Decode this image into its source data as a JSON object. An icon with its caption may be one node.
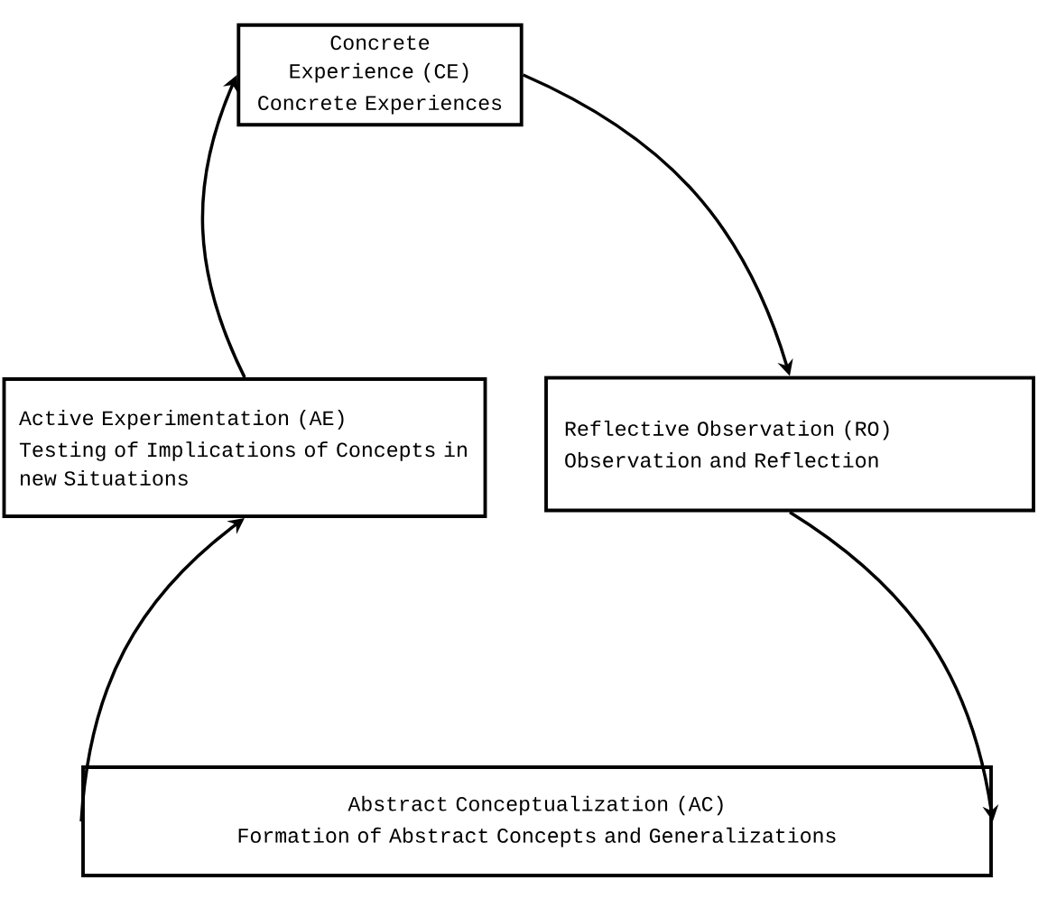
{
  "diagram": {
    "nodes": [
      {
        "text": [
          "Concrete Experience (CE)",
          "Concrete Experiences"
        ]
      },
      {
        "text": [
          "Reflective Observation (RO)",
          "Observation and Reflection"
        ]
      },
      {
        "text": [
          "Abstract Conceptualization (AC)",
          "Formation of Abstract Concepts and Generalizations"
        ]
      },
      {
        "text": [
          "Active Experimentation (AE)",
          "Testing of Implications of Concepts in new Situations"
        ]
      }
    ],
    "edges": [
      {
        "from": 0,
        "to": 1,
        "arrow": "to"
      },
      {
        "from": 1,
        "to": 2,
        "arrow": "to"
      },
      {
        "from": 2,
        "to": 3,
        "arrow": "to"
      },
      {
        "from": 3,
        "to": 0,
        "arrow": "to"
      }
    ]
  }
}
